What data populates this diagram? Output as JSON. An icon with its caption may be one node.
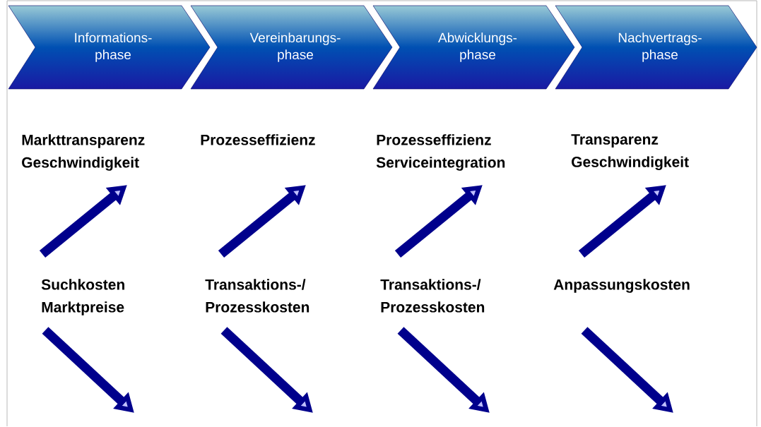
{
  "diagram": {
    "nodes": [
      {
        "text": [
          "Informations- phase"
        ]
      },
      {
        "text": [
          "Vereinbarungs- phase"
        ]
      },
      {
        "text": [
          "Abwicklungs- phase"
        ]
      },
      {
        "text": [
          "Nachvertrags- phase"
        ]
      }
    ],
    "labels": [
      "Markttransparenz Geschwindigkeit",
      "Prozesseffizienz",
      "Prozesseffizienz Serviceintegration",
      "Transparenz Geschwindigkeit",
      "Suchkosten Marktpreise",
      "Transaktions-/ Prozesskosten",
      "Transaktions-/ Prozesskosten",
      "Anpassungskosten"
    ]
  }
}
